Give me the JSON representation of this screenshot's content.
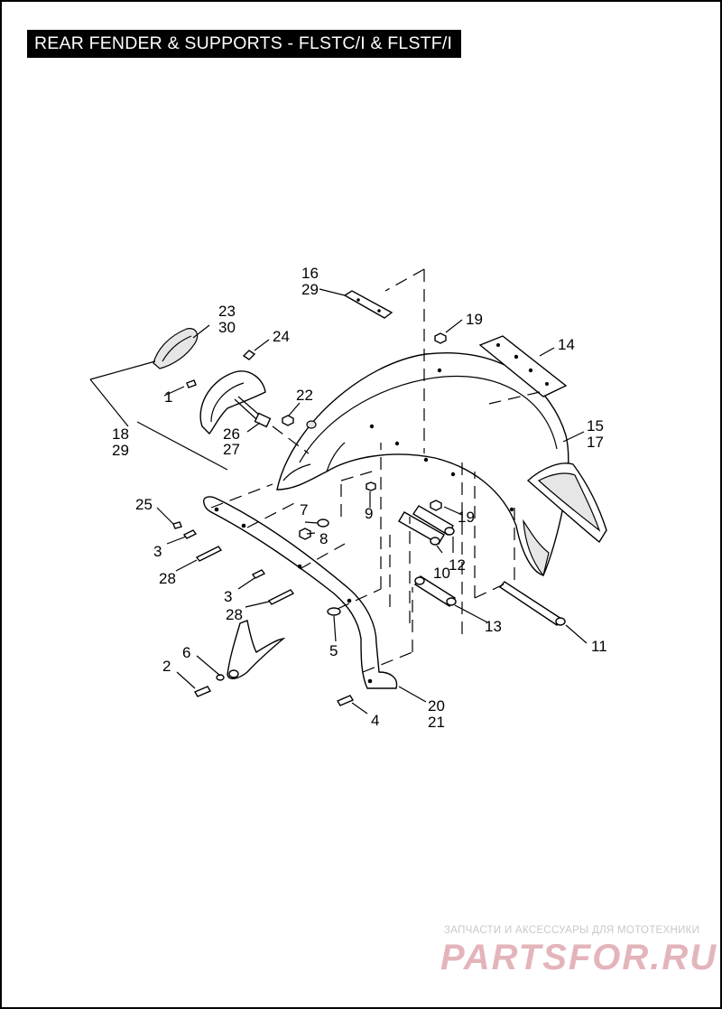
{
  "title": "REAR FENDER & SUPPORTS - FLSTC/I & FLSTF/I",
  "callouts": {
    "c1": "1",
    "c2": "2",
    "c3a": "3",
    "c3b": "3",
    "c4": "4",
    "c5": "5",
    "c6": "6",
    "c7": "7",
    "c8": "8",
    "c9": "9",
    "c10": "10",
    "c11": "11",
    "c12": "12",
    "c13": "13",
    "c14": "14",
    "c15": "15",
    "c17": "17",
    "c16": "16",
    "c29a": "29",
    "c18": "18",
    "c29b": "29",
    "c19a": "19",
    "c19b": "19",
    "c20": "20",
    "c21": "21",
    "c22": "22",
    "c23": "23",
    "c30": "30",
    "c24": "24",
    "c25": "25",
    "c26": "26",
    "c27": "27",
    "c28a": "28",
    "c28b": "28"
  },
  "watermark": {
    "caption": "ЗАПЧАСТИ И АКСЕССУАРЫ ДЛЯ МОТОТЕХНИКИ",
    "logo": "PARTSFOR.RU",
    "color": "#e3b5bb"
  }
}
